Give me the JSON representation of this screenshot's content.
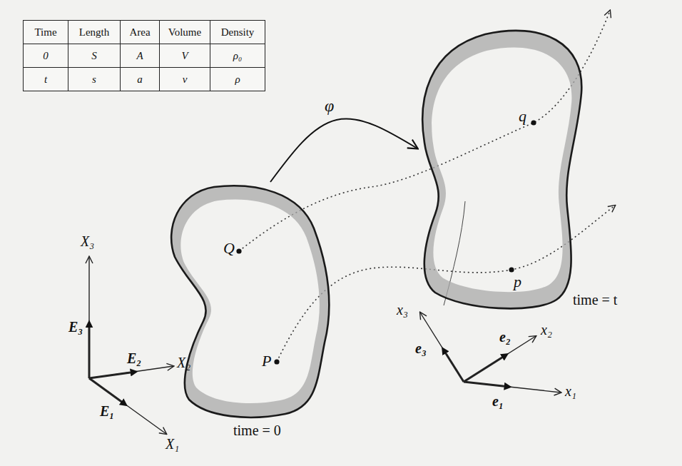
{
  "diagram": {
    "nodes": [
      {
        "text": [
          "Q",
          "P",
          "time = 0"
        ]
      },
      {
        "text": [
          "q",
          "p",
          "time = t"
        ]
      }
    ],
    "edges": [
      {
        "from": 0,
        "to": 1,
        "arrow": "to",
        "label": "φ"
      }
    ],
    "labels": [
      "Time",
      "Length",
      "Area",
      "Volume",
      "Density",
      "0",
      "S",
      "A",
      "V",
      "ρ₀",
      "t",
      "s",
      "a",
      "v",
      "ρ",
      "X₃",
      "E₃",
      "X₂",
      "E₂",
      "E₁",
      "X₁",
      "x₃",
      "e₃",
      "e₂",
      "x₂",
      "e₁",
      "x₁"
    ]
  }
}
